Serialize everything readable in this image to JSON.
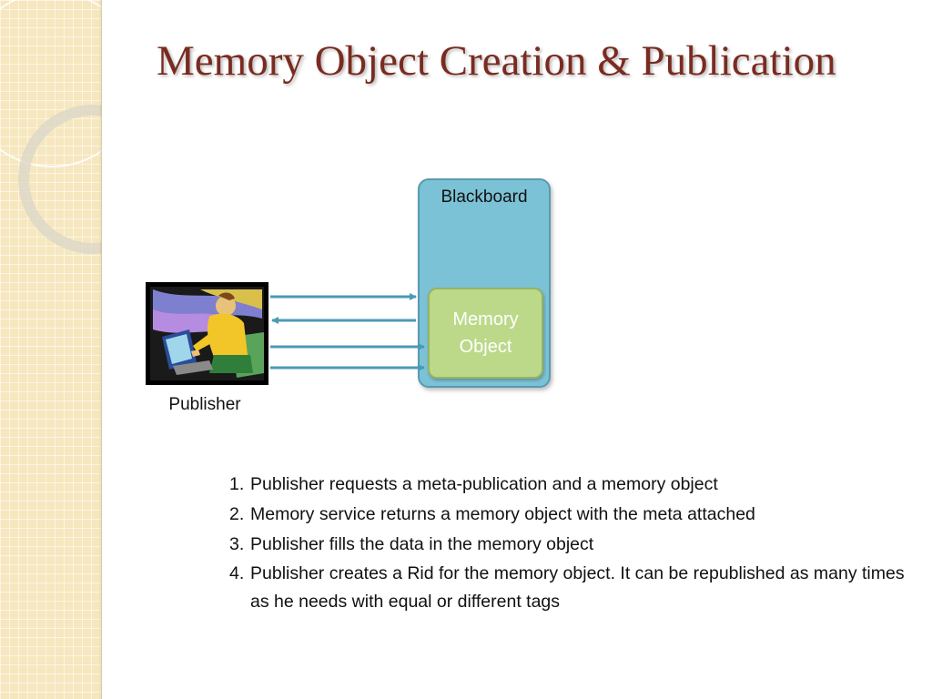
{
  "slide": {
    "title": "Memory Object Creation & Publication",
    "blackboard_label": "Blackboard",
    "memory_object_label": "Memory Object",
    "publisher_label": "Publisher",
    "steps": [
      {
        "number": "1.",
        "text": "Publisher requests a meta-publication and a memory object"
      },
      {
        "number": "2.",
        "text": "Memory service returns a memory object with the meta attached"
      },
      {
        "number": "3.",
        "text": "Publisher fills the data in the memory object"
      },
      {
        "number": "4.",
        "text": "Publisher creates a Rid for the memory object. It can be republished as many times as he needs with equal or different tags"
      }
    ]
  },
  "colors": {
    "title": "#7a2b20",
    "blackboard": "#7cc2d6",
    "memory_object": "#bcd98a",
    "arrow": "#4a9ab5",
    "side_strip": "#f6e7bf"
  },
  "icons": {
    "publisher": "person-at-computer-clipart"
  }
}
